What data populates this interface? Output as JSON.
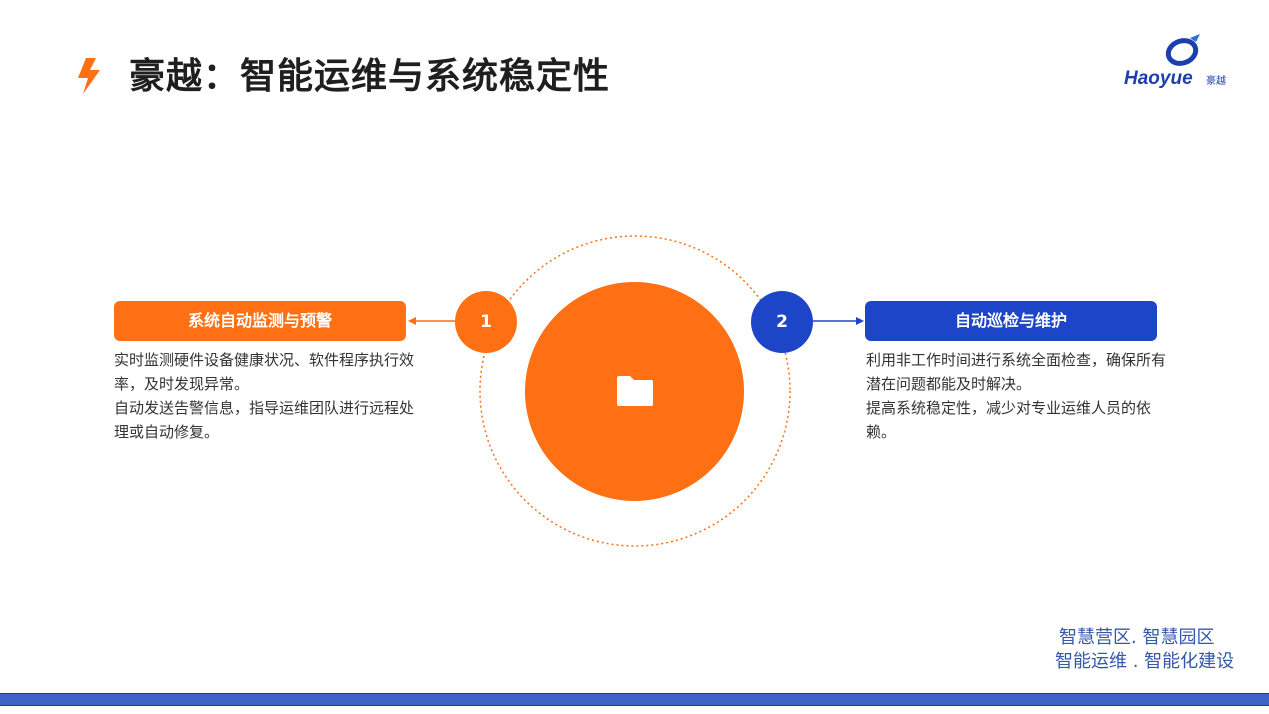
{
  "header": {
    "title": "豪越：智能运维与系统稳定性",
    "icon": "lightning-icon"
  },
  "logo": {
    "wordmark": "Haoyue",
    "cn_mark": "豪越",
    "icon": "haoyue-logo-mark"
  },
  "center": {
    "icon": "folder-icon"
  },
  "items": [
    {
      "number": "1",
      "title": "系统自动监测与预警",
      "lines": [
        "实时监测硬件设备健康状况、软件程序执行效率，及时发现异常。",
        "自动发送告警信息，指导运维团队进行远程处理或自动修复。"
      ]
    },
    {
      "number": "2",
      "title": "自动巡检与维护",
      "lines": [
        "利用非工作时间进行系统全面检查，确保所有潜在问题都能及时解决。",
        "提高系统稳定性，减少对专业运维人员的依赖。"
      ]
    }
  ],
  "slogan": {
    "line1": "智慧营区. 智慧园区",
    "line2": "智能运维 . 智能化建设"
  },
  "colors": {
    "orange": "#ff6f14",
    "blue": "#1d45c8",
    "footer": "#3d63c7",
    "slogan": "#3559a8"
  }
}
